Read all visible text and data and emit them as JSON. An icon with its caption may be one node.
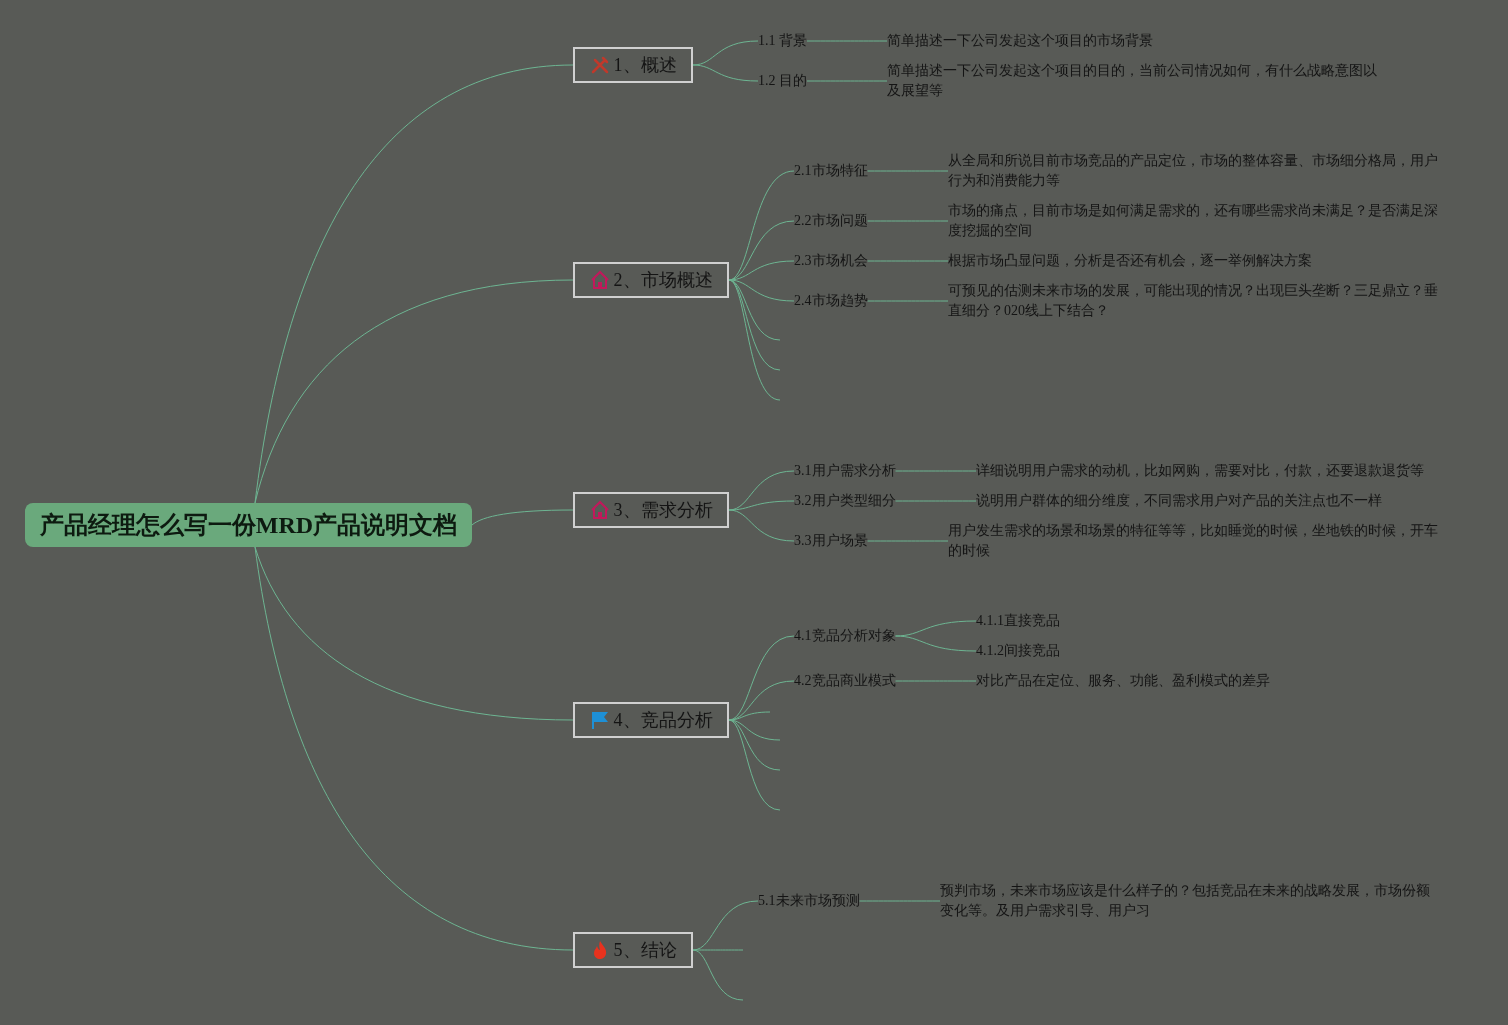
{
  "diagram": {
    "nodes": [
      {
        "text": [
          "产品经理怎么写一份MRD产品说明文档"
        ]
      },
      {
        "text": [
          "1、概述"
        ]
      },
      {
        "text": [
          "1.1 背景"
        ]
      },
      {
        "text": [
          "简单描述一下公司发起这个项目的市场背景"
        ]
      },
      {
        "text": [
          "1.2 目的"
        ]
      },
      {
        "text": [
          "简单描述一下公司发起这个项目的目的，当前公司情况如何，有什么战略意图以及展望等"
        ]
      },
      {
        "text": [
          "2、市场概述"
        ]
      },
      {
        "text": [
          "2.1市场特征"
        ]
      },
      {
        "text": [
          "从全局和所说目前市场竞品的产品定位，市场的整体容量、市场细分格局，用户行为和消费能力等"
        ]
      },
      {
        "text": [
          "2.2市场问题"
        ]
      },
      {
        "text": [
          "市场的痛点，目前市场是如何满足需求的，还有哪些需求尚未满足？是否满足深度挖掘的空间"
        ]
      },
      {
        "text": [
          "2.3市场机会"
        ]
      },
      {
        "text": [
          "根据市场凸显问题，分析是否还有机会，逐一举例解决方案"
        ]
      },
      {
        "text": [
          "2.4市场趋势"
        ]
      },
      {
        "text": [
          "可预见的估测未来市场的发展，可能出现的情况？出现巨头垄断？三足鼎立？垂直细分？020线上下结合？"
        ]
      },
      {
        "text": [
          "3、需求分析"
        ]
      },
      {
        "text": [
          "3.1用户需求分析"
        ]
      },
      {
        "text": [
          "详细说明用户需求的动机，比如网购，需要对比，付款，还要退款退货等"
        ]
      },
      {
        "text": [
          "3.2用户类型细分"
        ]
      },
      {
        "text": [
          "说明用户群体的细分维度，不同需求用户对产品的关注点也不一样"
        ]
      },
      {
        "text": [
          "3.3用户场景"
        ]
      },
      {
        "text": [
          "用户发生需求的场景和场景的特征等等，比如睡觉的时候，坐地铁的时候，开车的时候"
        ]
      },
      {
        "text": [
          "4、竞品分析"
        ]
      },
      {
        "text": [
          "4.1竞品分析对象"
        ]
      },
      {
        "text": [
          "4.1.1直接竞品"
        ]
      },
      {
        "text": [
          "4.1.2间接竞品"
        ]
      },
      {
        "text": [
          "4.2竞品商业模式"
        ]
      },
      {
        "text": [
          "对比产品在定位、服务、功能、盈利模式的差异"
        ]
      },
      {
        "text": [
          "5、结论"
        ]
      },
      {
        "text": [
          "5.1未来市场预测"
        ]
      },
      {
        "text": [
          "预判市场，未来市场应该是什么样子的？包括竞品在未来的战略发展，市场份额变化等。及用户需求引导、用户习"
        ]
      }
    ],
    "edges": [
      {
        "from": 0,
        "to": 1,
        "arrow": "none"
      },
      {
        "from": 1,
        "to": 2,
        "arrow": "none"
      },
      {
        "from": 2,
        "to": 3,
        "arrow": "none"
      },
      {
        "from": 1,
        "to": 4,
        "arrow": "none"
      },
      {
        "from": 4,
        "to": 5,
        "arrow": "none"
      },
      {
        "from": 0,
        "to": 6,
        "arrow": "none"
      },
      {
        "from": 6,
        "to": 7,
        "arrow": "none"
      },
      {
        "from": 7,
        "to": 8,
        "arrow": "none"
      },
      {
        "from": 6,
        "to": 9,
        "arrow": "none"
      },
      {
        "from": 9,
        "to": 10,
        "arrow": "none"
      },
      {
        "from": 6,
        "to": 11,
        "arrow": "none"
      },
      {
        "from": 11,
        "to": 12,
        "arrow": "none"
      },
      {
        "from": 6,
        "to": 13,
        "arrow": "none"
      },
      {
        "from": 13,
        "to": 14,
        "arrow": "none"
      },
      {
        "from": 6,
        "to": null,
        "arrow": "none"
      },
      {
        "from": 6,
        "to": null,
        "arrow": "none"
      },
      {
        "from": 6,
        "to": null,
        "arrow": "none"
      },
      {
        "from": 0,
        "to": 15,
        "arrow": "none"
      },
      {
        "from": 15,
        "to": 16,
        "arrow": "none"
      },
      {
        "from": 16,
        "to": 17,
        "arrow": "none"
      },
      {
        "from": 15,
        "to": 18,
        "arrow": "none"
      },
      {
        "from": 18,
        "to": 19,
        "arrow": "none"
      },
      {
        "from": 15,
        "to": 20,
        "arrow": "none"
      },
      {
        "from": 20,
        "to": 21,
        "arrow": "none"
      },
      {
        "from": 0,
        "to": 22,
        "arrow": "none"
      },
      {
        "from": 22,
        "to": 23,
        "arrow": "none"
      },
      {
        "from": 23,
        "to": 24,
        "arrow": "none"
      },
      {
        "from": 23,
        "to": 25,
        "arrow": "none"
      },
      {
        "from": 22,
        "to": 26,
        "arrow": "none"
      },
      {
        "from": 26,
        "to": 27,
        "arrow": "none"
      },
      {
        "from": 22,
        "to": null,
        "arrow": "none"
      },
      {
        "from": 22,
        "to": null,
        "arrow": "none"
      },
      {
        "from": 22,
        "to": null,
        "arrow": "none"
      },
      {
        "from": 22,
        "to": null,
        "arrow": "none"
      },
      {
        "from": 0,
        "to": 28,
        "arrow": "none"
      },
      {
        "from": 28,
        "to": 29,
        "arrow": "none"
      },
      {
        "from": 29,
        "to": 30,
        "arrow": "none"
      },
      {
        "from": 28,
        "to": null,
        "arrow": "none"
      },
      {
        "from": 28,
        "to": null,
        "arrow": "none"
      }
    ]
  }
}
